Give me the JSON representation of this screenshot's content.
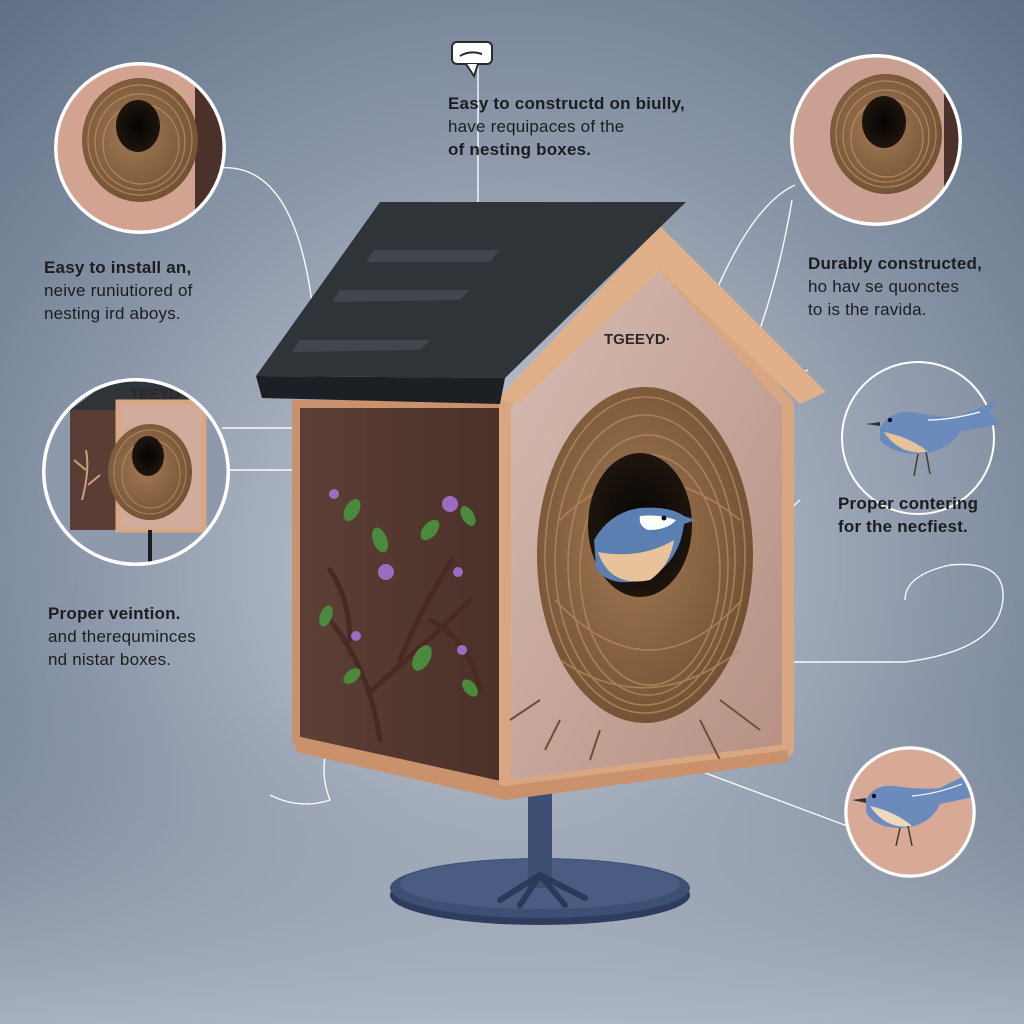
{
  "callouts": {
    "top": {
      "lines": [
        "Easy to constructd on biully,",
        "have requipaces of the",
        "of nesting boxes."
      ]
    },
    "left_upper": {
      "lines": [
        "Easy to install an,",
        "neive runiutiored of",
        "nesting ird aboys."
      ]
    },
    "right_upper": {
      "lines": [
        "Durably constructed,",
        "ho hav se quonctes",
        "to is the ravida."
      ]
    },
    "right_middle": {
      "lines": [
        "Proper contering",
        "for the necfiest."
      ]
    },
    "left_lower": {
      "lines": [
        "Proper veintion.",
        "and therequminces",
        "nd nistar boxes."
      ]
    }
  },
  "birdhouse": {
    "sign": "TGEEYD·",
    "inset_sign": "TEEYD"
  },
  "icons": [
    "speech-bubble-icon",
    "bluebird-icon"
  ],
  "colors": {
    "background_top": "#5f6f84",
    "background_bottom": "#c9cfd8",
    "roof": "#2f3439",
    "wood_trim": "#d8a683",
    "panel_left": "#5a3d35",
    "panel_front": "#c9a79b",
    "nest": "#8a6645",
    "bird_blue": "#5b7fb0",
    "bird_breast": "#e8c39a",
    "pole": "#3d4f73",
    "leader_line": "#ffffff"
  }
}
